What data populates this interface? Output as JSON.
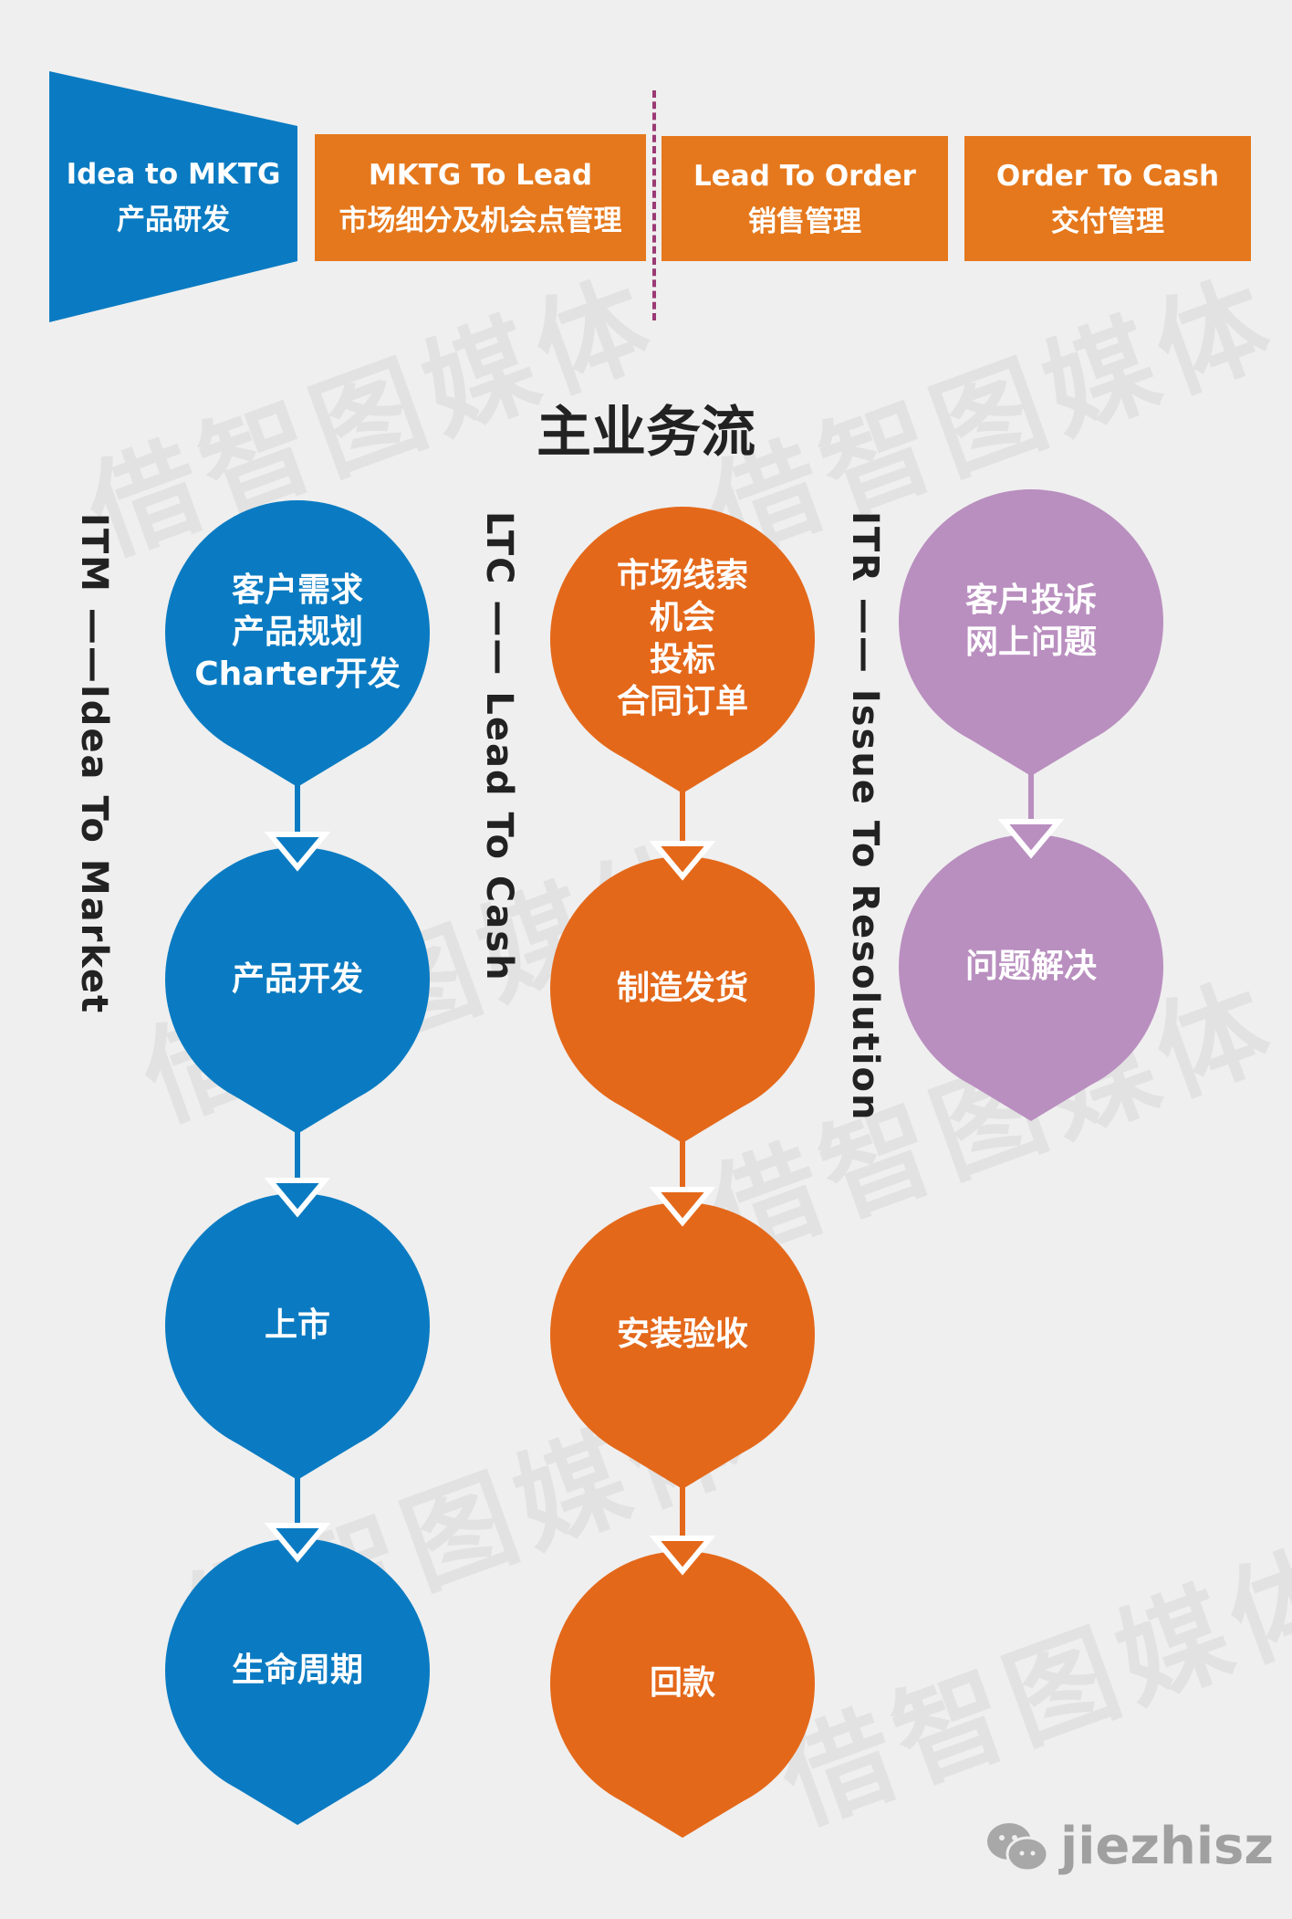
{
  "watermark": "借智图媒体",
  "colors": {
    "blue": "#0a7bc2",
    "orange": "#e4681a",
    "purple": "#b98fbf",
    "header_orange": "#e5781c",
    "divider": "#9b3a74"
  },
  "header": {
    "stage1": {
      "en": "Idea to MKTG",
      "zh": "产品研发"
    },
    "stage2": {
      "en": "MKTG To Lead",
      "zh": "市场细分及机会点管理"
    },
    "stage3": {
      "en": "Lead To  Order",
      "zh": "销售管理"
    },
    "stage4": {
      "en": "Order To  Cash",
      "zh": "交付管理"
    }
  },
  "title": "主业务流",
  "flows": {
    "itm": {
      "label": "ITM ——Idea To Market",
      "nodes": [
        [
          "客户需求",
          "产品规划",
          "Charter开发"
        ],
        [
          "产品开发"
        ],
        [
          "上市"
        ],
        [
          "生命周期"
        ]
      ]
    },
    "ltc": {
      "label": "LTC —— Lead To Cash",
      "nodes": [
        [
          "市场线索",
          "机会",
          "投标",
          "合同订单"
        ],
        [
          "制造发货"
        ],
        [
          "安装验收"
        ],
        [
          "回款"
        ]
      ]
    },
    "itr": {
      "label": "ITR —— Issue To Resolution",
      "nodes": [
        [
          "客户投诉",
          "网上问题"
        ],
        [
          "问题解决"
        ]
      ]
    }
  },
  "brand": "jiezhisz"
}
